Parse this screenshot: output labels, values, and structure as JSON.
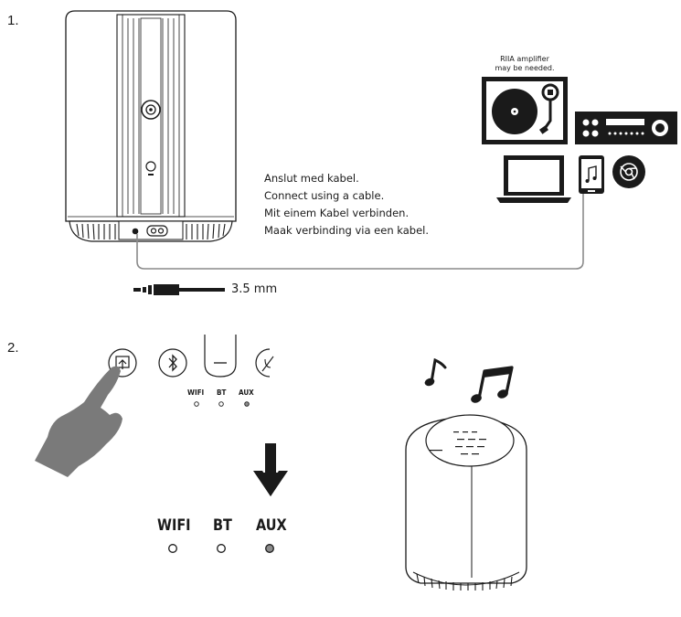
{
  "step1": {
    "number": "1.",
    "riaa_note_line1": "RIIA amplifier",
    "riaa_note_line2": "may be needed.",
    "instructions": [
      "Anslut med kabel.",
      "Connect using a cable.",
      "Mit einem Kabel verbinden.",
      "Maak verbinding via een kabel."
    ],
    "cable_label": "3.5 mm"
  },
  "step2": {
    "number": "2.",
    "small_labels": [
      "WIFI",
      "BT",
      "AUX"
    ],
    "large_labels": [
      "WIFI",
      "BT",
      "AUX"
    ],
    "active_led": "AUX"
  },
  "colors": {
    "line": "#1a1a1a",
    "cable": "#8a8a8a",
    "hand": "#7a7a7a",
    "led_active": "#8c8c8c"
  }
}
